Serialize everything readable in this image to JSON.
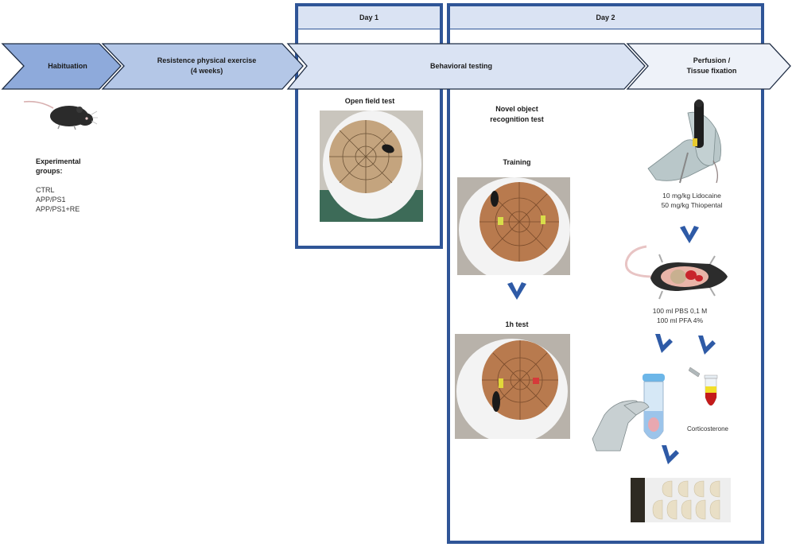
{
  "timeline": {
    "stages": [
      {
        "label": "Habituation",
        "color": "#8eaadb"
      },
      {
        "label_line1": "Resistence physical exercise",
        "label_line2": "(4 weeks)",
        "color": "#b4c7e7"
      },
      {
        "label": "Behavioral testing",
        "color": "#dae3f3"
      },
      {
        "label_line1": "Perfusion /",
        "label_line2": "Tissue fixation",
        "color": "#eef2f9"
      }
    ]
  },
  "days": {
    "day1": {
      "label": "Day 1"
    },
    "day2": {
      "label": "Day 2"
    }
  },
  "experimental_groups": {
    "title_line1": "Experimental",
    "title_line2": "groups:",
    "groups": [
      "CTRL",
      "APP/PS1",
      "APP/PS1+RE"
    ]
  },
  "open_field": {
    "title": "Open field test"
  },
  "novel_object": {
    "title_line1": "Novel object",
    "title_line2": "recognition test",
    "training_label": "Training",
    "test_label": "1h test"
  },
  "perfusion": {
    "anesthesia_line1": "10 mg/kg Lidocaine",
    "anesthesia_line2": "50 mg/kg Thiopental",
    "perfusion_line1": "100 ml PBS 0,1 M",
    "perfusion_line2": "100 ml PFA 4%",
    "blood_label": "Corticosterone"
  },
  "colors": {
    "frame": "#2f5597",
    "arrow": "#2e5aa6",
    "arena_floor": "#c8936a",
    "arena_wall": "#f4f4f4"
  }
}
